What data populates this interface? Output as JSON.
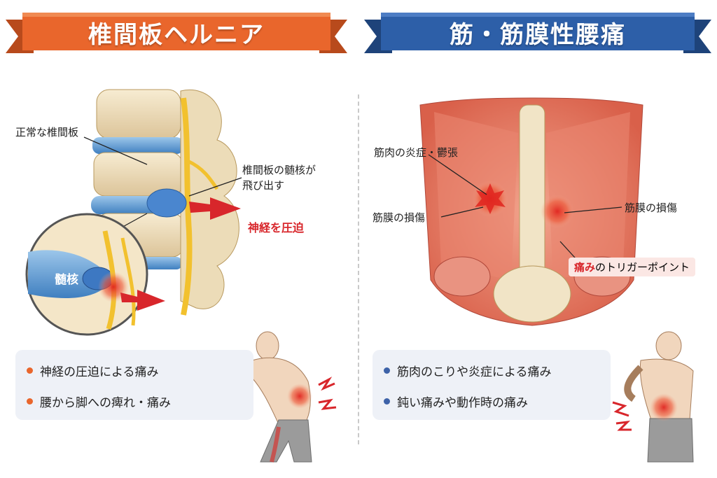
{
  "left": {
    "title": "椎間板ヘルニア",
    "colors": {
      "ribbon": "#e9662c",
      "accent": "#d8262b",
      "bullet": "#e9662c"
    },
    "labels": {
      "normal_disc": "正常な椎間板",
      "nucleus_protrudes_line1": "椎間板の髄核が",
      "nucleus_protrudes_line2": "飛び出す",
      "nerve_compression": "神経を圧迫",
      "nucleus": "髄核"
    },
    "bullets": [
      "神経の圧迫による痛み",
      "腰から脚への痺れ・痛み"
    ]
  },
  "right": {
    "title": "筋・筋膜性腰痛",
    "colors": {
      "ribbon": "#2d5fa8",
      "accent": "#d8262b",
      "bullet": "#3d62a8"
    },
    "labels": {
      "muscle_inflammation": "筋肉の炎症・鬱張",
      "fascia_damage_left": "筋膜の損傷",
      "fascia_damage_right": "筋膜の損傷",
      "trigger_point_highlight": "痛み",
      "trigger_point_rest": "のトリガーポイント"
    },
    "bullets": [
      "筋肉のこりや炎症による痛み",
      "鈍い痛みや動作時の痛み"
    ]
  }
}
